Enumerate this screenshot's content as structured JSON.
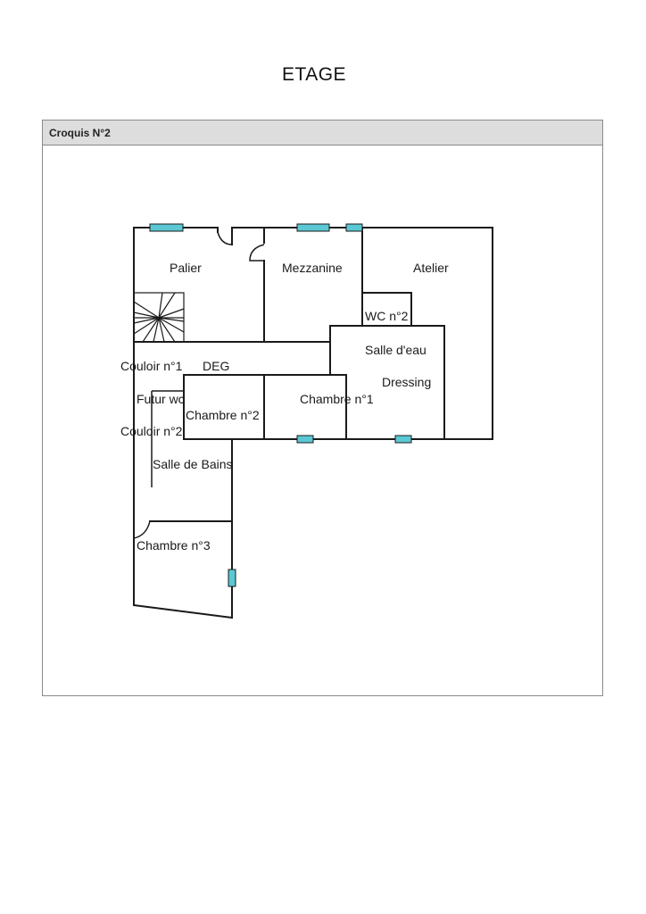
{
  "page": {
    "title": "ETAGE"
  },
  "panel": {
    "header": "Croquis N°2"
  },
  "rooms": {
    "palier": "Palier",
    "mezzanine": "Mezzanine",
    "atelier": "Atelier",
    "wc2": "WC n°2",
    "salle_eau": "Salle d'eau",
    "dressing": "Dressing",
    "couloir1": "Couloir n°1",
    "deg": "DEG",
    "futur_wc": "Futur wc",
    "chambre2": "Chambre n°2",
    "chambre1": "Chambre n°1",
    "couloir2": "Couloir n°2",
    "salle_bains": "Salle de Bains",
    "chambre3": "Chambre n°3"
  },
  "colors": {
    "window": "#5bc8d4",
    "wall": "#1a1a1a",
    "header_bg": "#dddddd"
  }
}
